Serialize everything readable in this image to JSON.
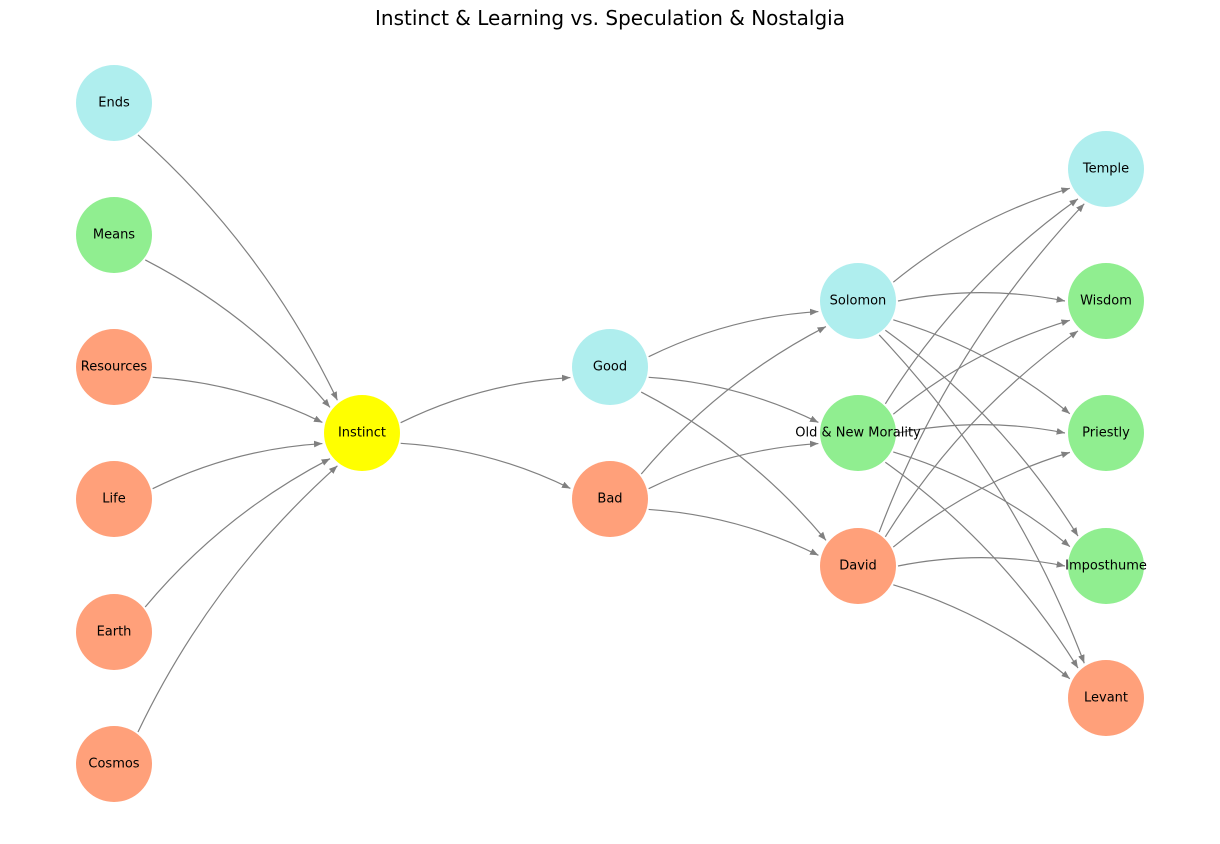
{
  "title": "Instinct & Learning vs. Speculation & Nostalgia",
  "colors": {
    "salmon": "#FFA07A",
    "green": "#90EE90",
    "cyan": "#AFEEEE",
    "yellow": "#FFFF00",
    "edge": "#808080"
  },
  "nodes": [
    {
      "id": "ends",
      "label": "Ends",
      "color": "cyan"
    },
    {
      "id": "means",
      "label": "Means",
      "color": "green"
    },
    {
      "id": "resources",
      "label": "Resources",
      "color": "salmon"
    },
    {
      "id": "life",
      "label": "Life",
      "color": "salmon"
    },
    {
      "id": "earth",
      "label": "Earth",
      "color": "salmon"
    },
    {
      "id": "cosmos",
      "label": "Cosmos",
      "color": "salmon"
    },
    {
      "id": "instinct",
      "label": "Instinct",
      "color": "yellow"
    },
    {
      "id": "good",
      "label": "Good",
      "color": "cyan"
    },
    {
      "id": "bad",
      "label": "Bad",
      "color": "salmon"
    },
    {
      "id": "solomon",
      "label": "Solomon",
      "color": "cyan"
    },
    {
      "id": "morality",
      "label": "Old & New Morality",
      "color": "green"
    },
    {
      "id": "david",
      "label": "David",
      "color": "salmon"
    },
    {
      "id": "temple",
      "label": "Temple",
      "color": "cyan"
    },
    {
      "id": "wisdom",
      "label": "Wisdom",
      "color": "green"
    },
    {
      "id": "priestly",
      "label": "Priestly",
      "color": "green"
    },
    {
      "id": "imposthume",
      "label": "Imposthume",
      "color": "green"
    },
    {
      "id": "levant",
      "label": "Levant",
      "color": "salmon"
    }
  ],
  "edges": [
    [
      "ends",
      "instinct"
    ],
    [
      "means",
      "instinct"
    ],
    [
      "resources",
      "instinct"
    ],
    [
      "life",
      "instinct"
    ],
    [
      "earth",
      "instinct"
    ],
    [
      "cosmos",
      "instinct"
    ],
    [
      "instinct",
      "good"
    ],
    [
      "instinct",
      "bad"
    ],
    [
      "good",
      "solomon"
    ],
    [
      "good",
      "morality"
    ],
    [
      "good",
      "david"
    ],
    [
      "bad",
      "solomon"
    ],
    [
      "bad",
      "morality"
    ],
    [
      "bad",
      "david"
    ],
    [
      "solomon",
      "temple"
    ],
    [
      "solomon",
      "wisdom"
    ],
    [
      "solomon",
      "priestly"
    ],
    [
      "solomon",
      "imposthume"
    ],
    [
      "solomon",
      "levant"
    ],
    [
      "morality",
      "temple"
    ],
    [
      "morality",
      "wisdom"
    ],
    [
      "morality",
      "priestly"
    ],
    [
      "morality",
      "imposthume"
    ],
    [
      "morality",
      "levant"
    ],
    [
      "david",
      "temple"
    ],
    [
      "david",
      "wisdom"
    ],
    [
      "david",
      "priestly"
    ],
    [
      "david",
      "imposthume"
    ],
    [
      "david",
      "levant"
    ]
  ]
}
